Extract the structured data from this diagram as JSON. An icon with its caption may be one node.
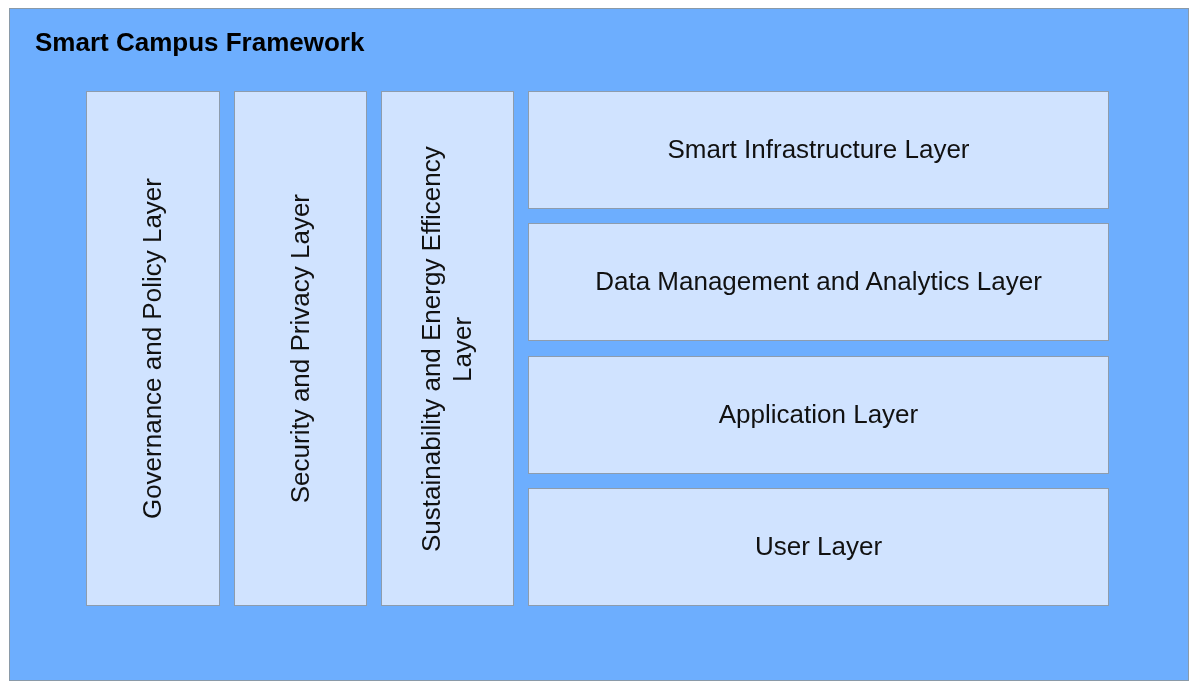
{
  "diagram": {
    "nodes": [
      {
        "text": [
          "Smart Campus Framework"
        ]
      },
      {
        "text": [
          "Governance and Policy Layer"
        ],
        "in": 0
      },
      {
        "text": [
          "Security and Privacy Layer"
        ],
        "in": 0
      },
      {
        "text": [
          "Sustainability and Energy Efficency Layer"
        ],
        "in": 0
      },
      {
        "text": [
          "Smart Infrastructure Layer"
        ],
        "in": 0
      },
      {
        "text": [
          "Data Management and Analytics Layer"
        ],
        "in": 0
      },
      {
        "text": [
          "Application Layer"
        ],
        "in": 0
      },
      {
        "text": [
          "User Layer"
        ],
        "in": 0
      }
    ]
  }
}
